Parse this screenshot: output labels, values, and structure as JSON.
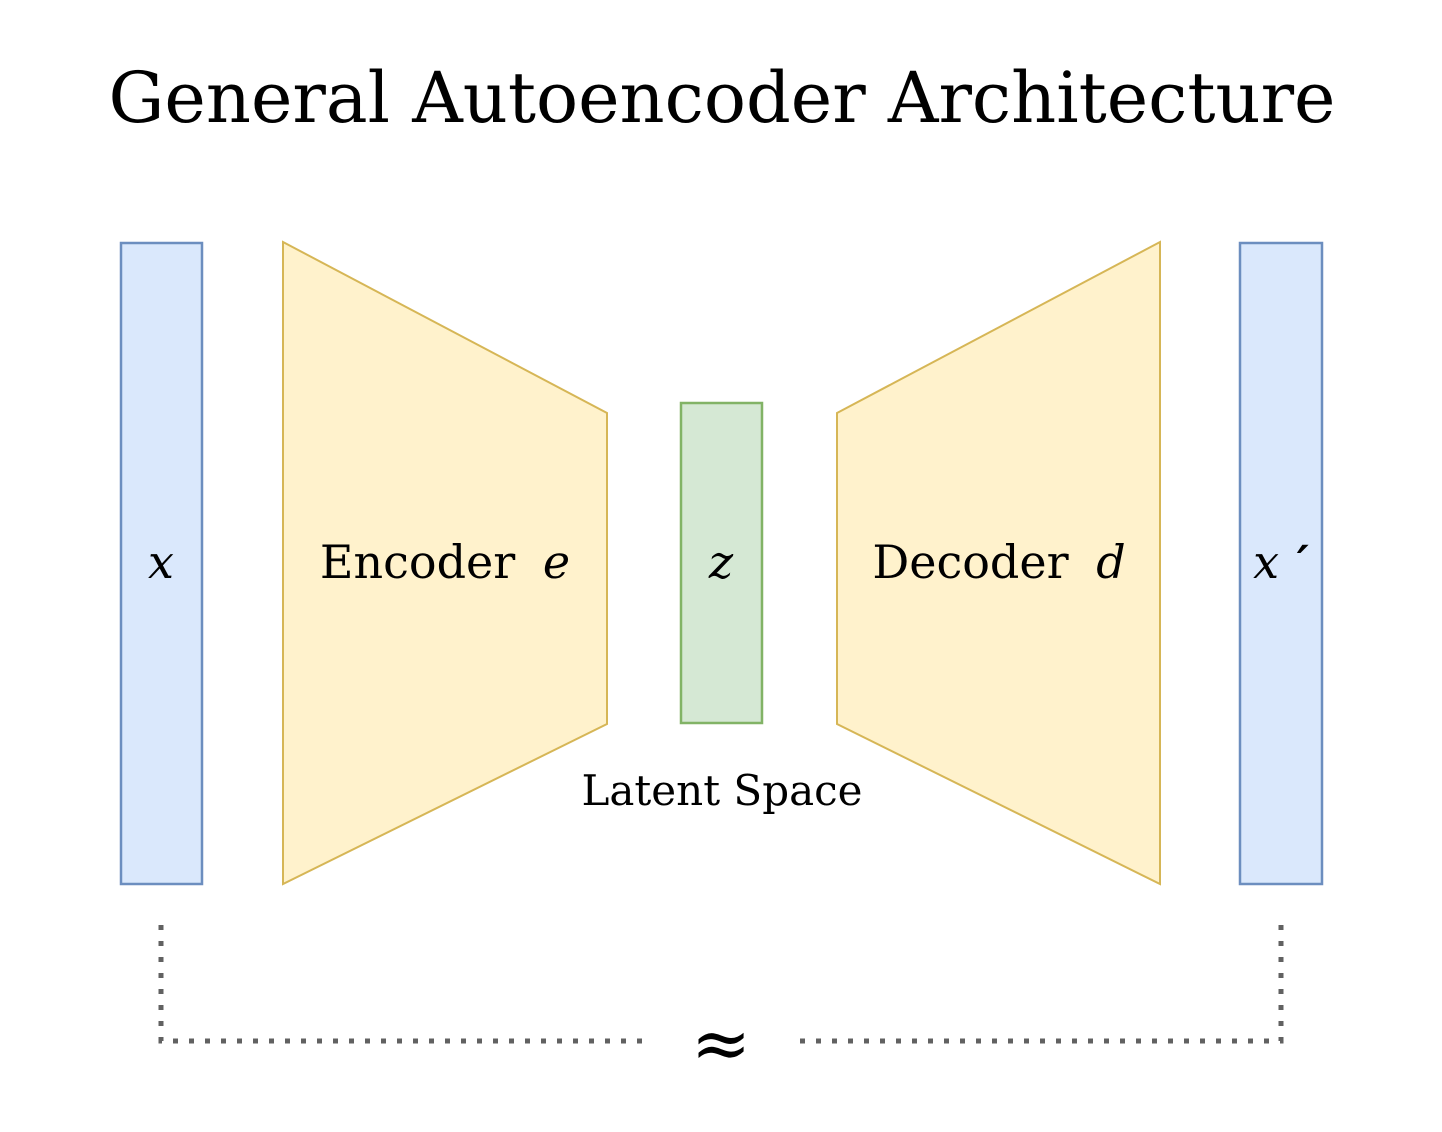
{
  "title": "General Autoencoder Architecture",
  "blocks": {
    "input_label": "x",
    "encoder_word": "Encoder",
    "encoder_var": "e",
    "latent_label": "z",
    "latent_caption": "Latent Space",
    "decoder_word": "Decoder",
    "decoder_var": "d",
    "output_label": "x",
    "output_prime": "′"
  },
  "annotations": {
    "approx_symbol": "≈"
  },
  "colors": {
    "background": "#ffffff",
    "io_block_fill": "#dae8fc",
    "io_block_stroke": "#6c8ebf",
    "coder_fill": "#fff2cc",
    "coder_stroke": "#d6b656",
    "latent_fill": "#d5e8d4",
    "latent_stroke": "#82b366",
    "dotted_line": "#616161",
    "approx_symbol": "#b3b3b3",
    "text": "#000000"
  }
}
